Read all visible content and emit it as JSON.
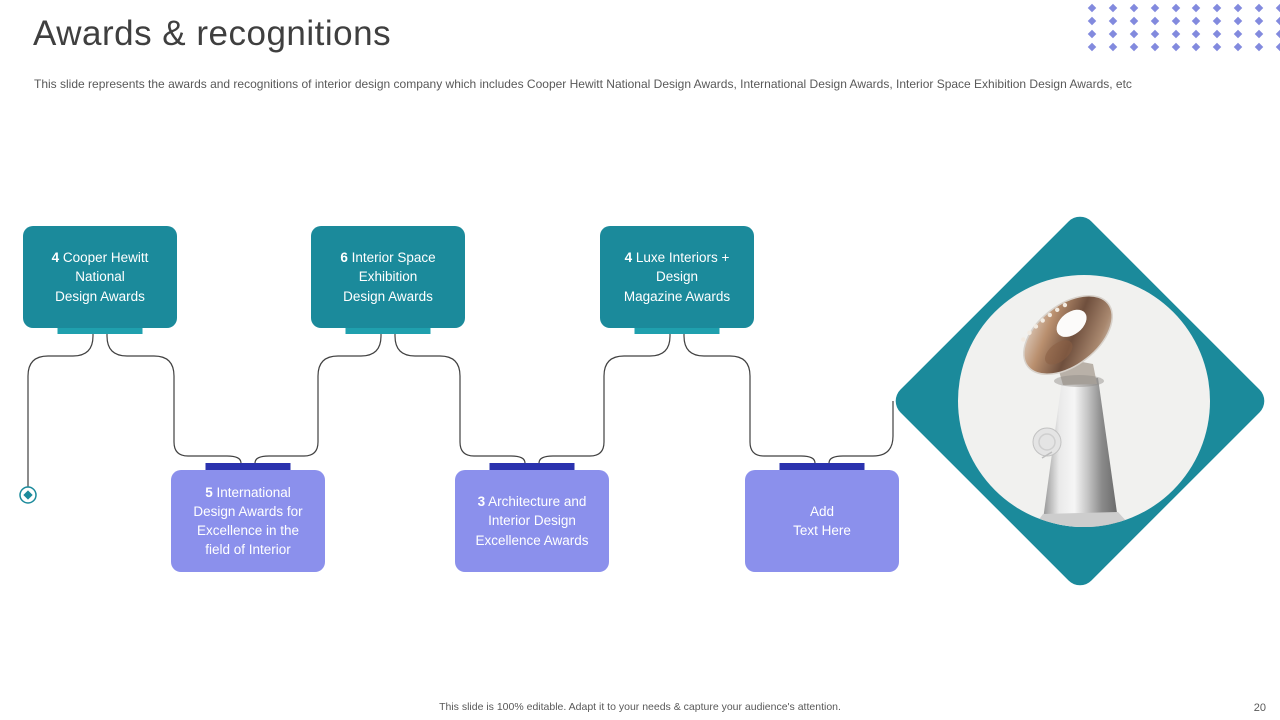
{
  "slide": {
    "title": "Awards & recognitions",
    "subtitle": "This slide represents the awards and recognitions of interior design company which includes Cooper Hewitt National Design Awards, International Design Awards, Interior Space Exhibition Design Awards, etc",
    "footer": "This slide is 100% editable. Adapt it to your needs & capture your audience's attention.",
    "page_number": "20"
  },
  "colors": {
    "teal": "#1b8a9b",
    "teal_tab": "#1fa0ae",
    "purple": "#8b90ec",
    "purple_tab": "#2a32ae",
    "dot": "#828ade",
    "line": "#404040",
    "diamond": "#1b8a9b",
    "photo_bg": "#f1f1ef"
  },
  "awards": {
    "top_row": [
      {
        "num": "4",
        "text": " Cooper Hewitt\nNational\nDesign Awards"
      },
      {
        "num": "6",
        "text": " Interior Space\nExhibition\nDesign Awards"
      },
      {
        "num": "4",
        "text": " Luxe Interiors +\nDesign\nMagazine Awards"
      }
    ],
    "bottom_row": [
      {
        "num": "5",
        "text": " International\nDesign Awards for\nExcellence in the\nfield of Interior"
      },
      {
        "num": "3",
        "text": " Architecture and\nInterior Design\nExcellence Awards"
      },
      {
        "num": "",
        "text": "Add\nText Here"
      }
    ]
  },
  "decor": {
    "dot_rows": 4,
    "dot_cols": 10,
    "icon": "trophy-photo"
  }
}
